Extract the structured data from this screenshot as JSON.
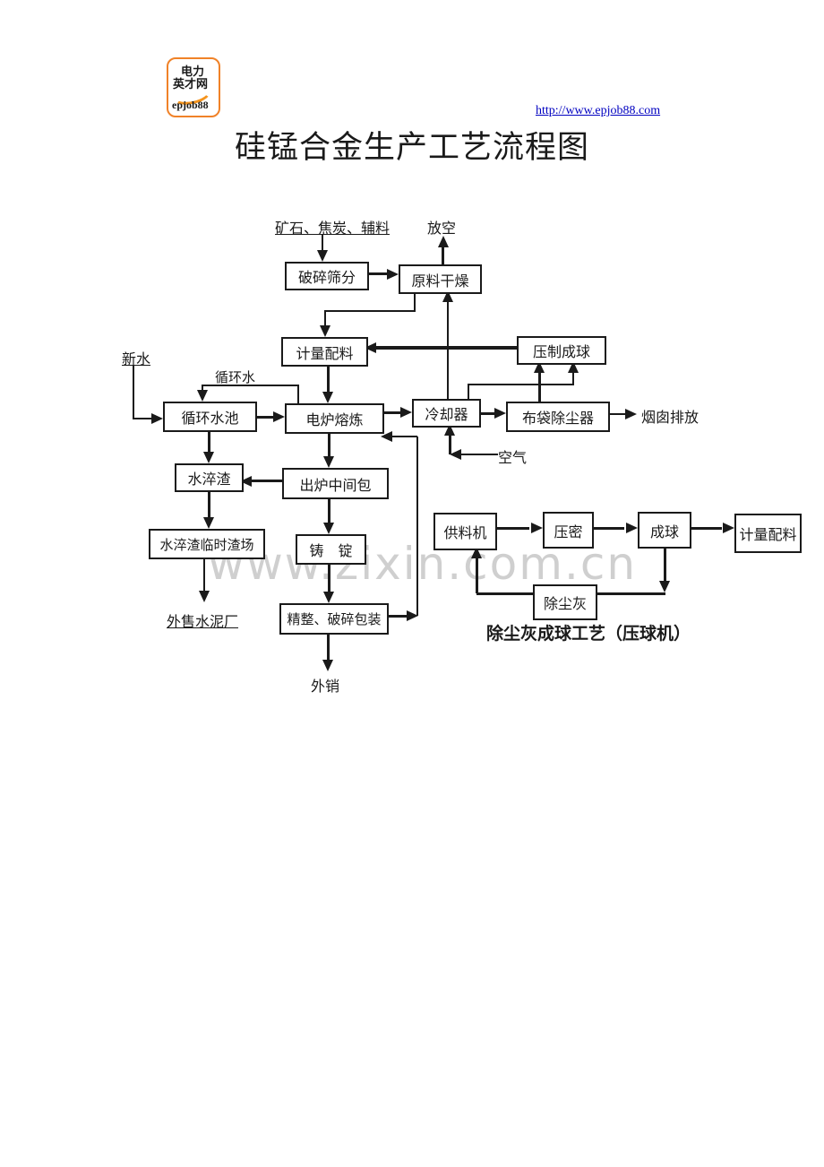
{
  "header": {
    "logo": {
      "line1": "电力",
      "line2": "英才网",
      "line3": "epjob88",
      "border_color": "#f08228",
      "swoosh_color": "#f5941d"
    },
    "url": "http://www.epjob88.com",
    "url_color": "#0000c0",
    "title": "硅锰合金生产工艺流程图"
  },
  "watermark": {
    "text": "www.zixin.com.cn",
    "color": "#cfcfcf"
  },
  "main_flow": {
    "labels": {
      "raw_materials": "矿石、焦炭、辅料",
      "vent": "放空",
      "fresh_water": "新水",
      "circulating_water": "循环水",
      "stack_discharge": "烟囱排放",
      "air": "空气",
      "cement_plant": "外售水泥厂",
      "export_sale": "外销"
    },
    "nodes": {
      "crushing_screening": "破碎筛分",
      "raw_material_drying": "原料干燥",
      "measuring_batching": "计量配料",
      "press_balling": "压制成球",
      "circulating_pool": "循环水池",
      "electric_furnace": "电炉熔炼",
      "cooler": "冷却器",
      "bag_dust_collector": "布袋除尘器",
      "water_quenched_slag": "水淬渣",
      "tapping_tundish": "出炉中间包",
      "slag_temp_yard": "水淬渣临时渣场",
      "ingot_casting": "铸　锭",
      "finishing_packing": "精整、破碎包装"
    }
  },
  "sub_flow": {
    "nodes": {
      "feeder": "供料机",
      "compacting": "压密",
      "balling": "成球",
      "measuring_batching": "计量配料",
      "dust_ash": "除尘灰"
    },
    "caption": "除尘灰成球工艺（压球机）"
  }
}
